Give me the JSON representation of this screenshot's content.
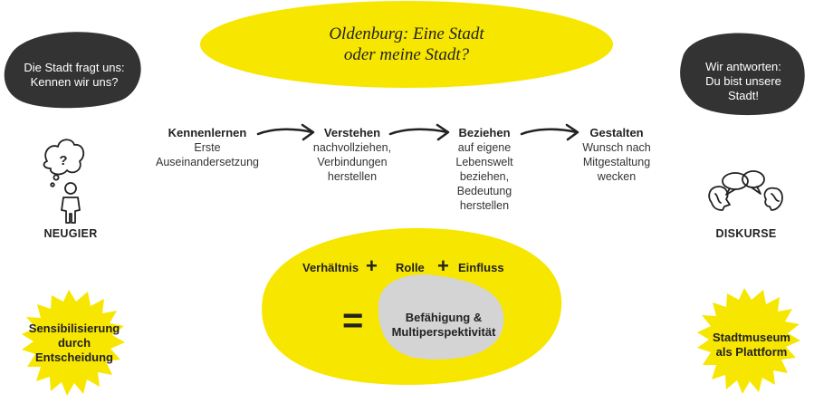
{
  "title": {
    "line1": "Oldenburg: Eine Stadt",
    "line2": "oder meine Stadt?"
  },
  "left_bubble": {
    "line1": "Die Stadt fragt uns:",
    "line2": "Kennen wir uns?"
  },
  "right_bubble": {
    "line1": "Wir antworten:",
    "line2": "Du bist unsere",
    "line3": "Stadt!"
  },
  "steps": [
    {
      "title": "Kennenlernen",
      "desc": [
        "Erste",
        "Auseinandersetzung"
      ]
    },
    {
      "title": "Verstehen",
      "desc": [
        "nachvollziehen,",
        "Verbindungen",
        "herstellen"
      ]
    },
    {
      "title": "Beziehen",
      "desc": [
        "auf eigene",
        "Lebenswelt",
        "beziehen,",
        "Bedeutung",
        "herstellen"
      ]
    },
    {
      "title": "Gestalten",
      "desc": [
        "Wunsch nach",
        "Mitgestaltung",
        "wecken"
      ]
    }
  ],
  "left_label": "NEUGIER",
  "right_label": "DISKURSE",
  "formula": {
    "term1": "Verhältnis",
    "plus1": "+",
    "term2": "Rolle",
    "plus2": "+",
    "term3": "Einfluss",
    "equals": "=",
    "result_line1": "Befähigung &",
    "result_line2": "Multiperspektivität"
  },
  "left_burst": {
    "line1": "Sensibilisierung",
    "line2": "durch",
    "line3": "Entscheidung"
  },
  "right_burst": {
    "line1": "Stadtmuseum",
    "line2": "als Plattform"
  },
  "icons": {
    "thinking_person": "thinking-person-icon",
    "speech_bubbles": "discussion-bubbles-icon",
    "question_mark": "question-mark-icon"
  },
  "colors": {
    "yellow": "#f7e600",
    "dark": "#333333",
    "gray": "#d4d4d4"
  }
}
